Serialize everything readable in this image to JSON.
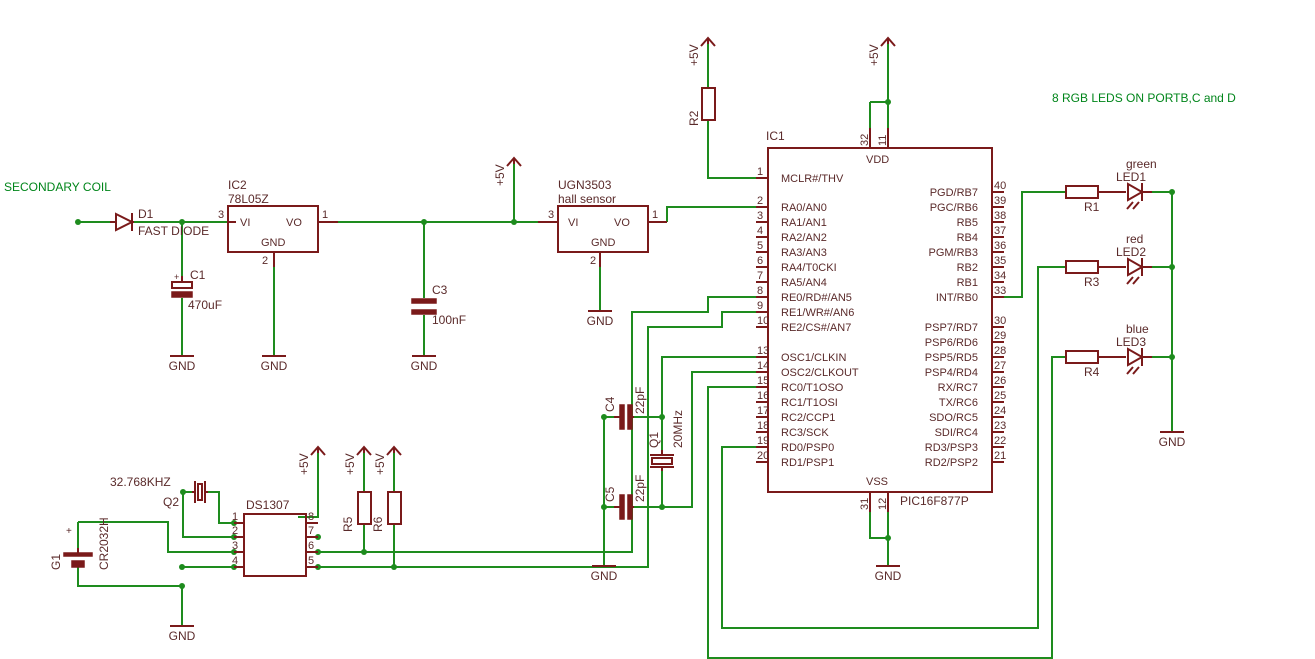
{
  "notes": {
    "secondary_coil": "SECONDARY COIL",
    "leds": "8 RGB LEDS ON PORTB,C and D"
  },
  "power": {
    "vplus": "+5V",
    "gnd": "GND"
  },
  "d1": {
    "ref": "D1",
    "value": "FAST DIODE"
  },
  "c1": {
    "ref": "C1",
    "value": "470uF"
  },
  "ic2": {
    "ref": "IC2",
    "value": "78L05Z",
    "pin_vi": "VI",
    "pin_vo": "VO",
    "pin_gnd": "GND",
    "n_in": "3",
    "n_out": "1",
    "n_gnd": "2"
  },
  "c3": {
    "ref": "C3",
    "value": "100nF"
  },
  "hall": {
    "ref": "UGN3503",
    "value": "hall sensor",
    "pin_vi": "VI",
    "pin_vo": "VO",
    "pin_gnd": "GND",
    "n_in": "3",
    "n_out": "1",
    "n_gnd": "2"
  },
  "r2": {
    "ref": "R2"
  },
  "ic1": {
    "ref": "IC1",
    "value": "PIC16F877P",
    "vdd": "VDD",
    "vss": "VSS",
    "vdd_pins": [
      "32",
      "11"
    ],
    "vss_pins": [
      "31",
      "12"
    ],
    "left_pins": [
      {
        "num": "1",
        "name": "MCLR#/THV"
      },
      {
        "num": "2",
        "name": "RA0/AN0"
      },
      {
        "num": "3",
        "name": "RA1/AN1"
      },
      {
        "num": "4",
        "name": "RA2/AN2"
      },
      {
        "num": "5",
        "name": "RA3/AN3"
      },
      {
        "num": "6",
        "name": "RA4/T0CKI"
      },
      {
        "num": "7",
        "name": "RA5/AN4"
      },
      {
        "num": "8",
        "name": "RE0/RD#/AN5"
      },
      {
        "num": "9",
        "name": "RE1/WR#/AN6"
      },
      {
        "num": "10",
        "name": "RE2/CS#/AN7"
      },
      {
        "num": "13",
        "name": "OSC1/CLKIN"
      },
      {
        "num": "14",
        "name": "OSC2/CLKOUT"
      },
      {
        "num": "15",
        "name": "RC0/T1OSO"
      },
      {
        "num": "16",
        "name": "RC1/T1OSI"
      },
      {
        "num": "17",
        "name": "RC2/CCP1"
      },
      {
        "num": "18",
        "name": "RC3/SCK"
      },
      {
        "num": "19",
        "name": "RD0/PSP0"
      },
      {
        "num": "20",
        "name": "RD1/PSP1"
      }
    ],
    "right_pins": [
      {
        "num": "40",
        "name": "PGD/RB7"
      },
      {
        "num": "39",
        "name": "PGC/RB6"
      },
      {
        "num": "38",
        "name": "RB5"
      },
      {
        "num": "37",
        "name": "RB4"
      },
      {
        "num": "36",
        "name": "PGM/RB3"
      },
      {
        "num": "35",
        "name": "RB2"
      },
      {
        "num": "34",
        "name": "RB1"
      },
      {
        "num": "33",
        "name": "INT/RB0"
      },
      {
        "num": "30",
        "name": "PSP7/RD7"
      },
      {
        "num": "29",
        "name": "PSP6/RD6"
      },
      {
        "num": "28",
        "name": "PSP5/RD5"
      },
      {
        "num": "27",
        "name": "PSP4/RD4"
      },
      {
        "num": "26",
        "name": "RX/RC7"
      },
      {
        "num": "25",
        "name": "TX/RC6"
      },
      {
        "num": "24",
        "name": "SDO/RC5"
      },
      {
        "num": "23",
        "name": "SDI/RC4"
      },
      {
        "num": "22",
        "name": "RD3/PSP3"
      },
      {
        "num": "21",
        "name": "RD2/PSP2"
      }
    ]
  },
  "c4": {
    "ref": "C4",
    "value": "22pF"
  },
  "c5": {
    "ref": "C5",
    "value": "22pF"
  },
  "q1": {
    "ref": "Q1",
    "value": "20MHz"
  },
  "q2": {
    "ref": "Q2",
    "value": "32.768KHZ"
  },
  "ds1307": {
    "ref": "DS1307",
    "pins": [
      "1",
      "2",
      "3",
      "4",
      "5",
      "6",
      "7",
      "8"
    ]
  },
  "r5": {
    "ref": "R5"
  },
  "r6": {
    "ref": "R6"
  },
  "g1": {
    "ref": "G1",
    "value": "CR2032H",
    "plus": "+"
  },
  "leds": [
    {
      "color": "green",
      "led": "LED1",
      "res": "R1"
    },
    {
      "color": "red",
      "led": "LED2",
      "res": "R3"
    },
    {
      "color": "blue",
      "led": "LED3",
      "res": "R4"
    }
  ]
}
